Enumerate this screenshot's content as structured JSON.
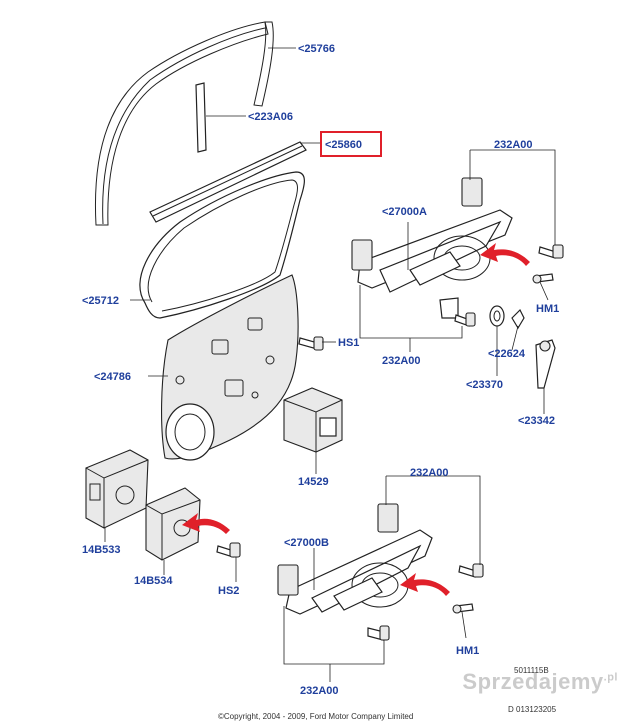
{
  "labels": {
    "l25766": "<25766",
    "l223A06": "<223A06",
    "l25860": "<25860",
    "l232A00_top": "232A00",
    "l27000A": "<27000A",
    "l25712": "<25712",
    "lHS1": "HS1",
    "lHM1_top": "HM1",
    "l24786": "<24786",
    "l232A00_mid": "232A00",
    "l22624": "<22624",
    "l23370": "<23370",
    "l23342": "<23342",
    "l14529": "14529",
    "l232A00_low": "232A00",
    "l14B533": "14B533",
    "l27000B": "<27000B",
    "l14B534": "14B534",
    "lHS2": "HS2",
    "lHM1_bot": "HM1",
    "l232A00_bot": "232A00"
  },
  "footer": {
    "ref1": "5011115B",
    "ref2": "D 013123205",
    "copyright": "©Copyright, 2004 - 2009, Ford Motor Company Limited"
  },
  "watermark": {
    "text": "Sprzedajemy",
    "suffix": ".pl"
  },
  "colors": {
    "label": "#1f3f9c",
    "arrow": "#e0202a",
    "highlight": "#e0202a"
  }
}
